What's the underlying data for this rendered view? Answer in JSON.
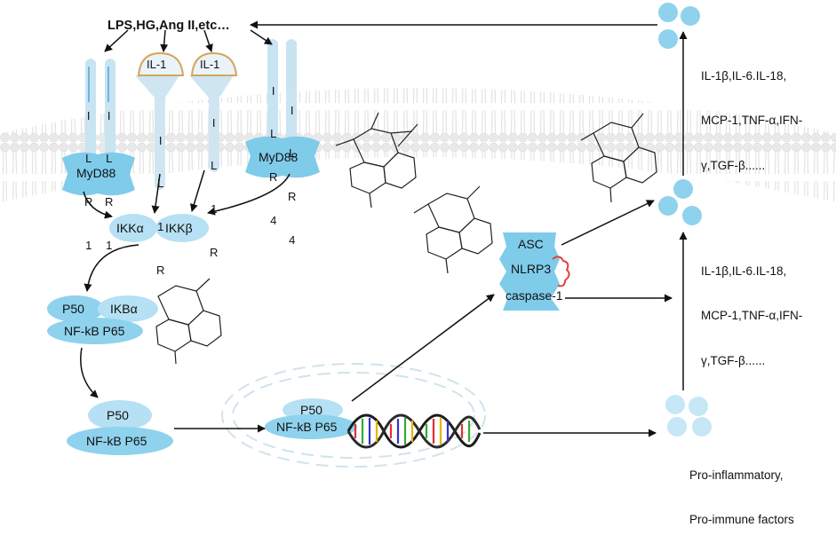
{
  "stimuli": "LPS,HG,Ang II,etc…",
  "receptors": {
    "ilr1_left": [
      "I",
      "L",
      "R",
      "1"
    ],
    "ilr1_right": [
      "I",
      "L",
      "R",
      "1"
    ],
    "il1": "IL-1",
    "il1r_left": [
      "I",
      "L",
      "1",
      "R"
    ],
    "il1r_right": [
      "I",
      "L",
      "1",
      "R"
    ],
    "ilr4_left": [
      "I",
      "L",
      "R",
      "4"
    ],
    "ilr4_right": [
      "I",
      "L",
      "R",
      "4"
    ]
  },
  "adaptors": {
    "myd88": "MyD88"
  },
  "ikk": {
    "alpha": "IKKα",
    "beta": "IKKβ"
  },
  "nfkb_complex": {
    "p50": "P50",
    "ikba": "IKBα",
    "p65": "NF-kB P65"
  },
  "nfkb_free": {
    "p50": "P50",
    "p65": "NF-kB P65"
  },
  "inflammasome": {
    "asc": "ASC",
    "nlrp3": "NLRP3",
    "caspase": "caspase-1"
  },
  "cytokines_top": [
    "IL-1β,IL-6.IL-18,",
    "MCP-1,TNF-α,IFN-",
    "γ,TGF-β......"
  ],
  "cytokines_mid": [
    "IL-1β,IL-6.IL-18,",
    "MCP-1,TNF-α,IFN-",
    "γ,TGF-β......"
  ],
  "factors": [
    "Pro-inflammatory,",
    "Pro-immune factors"
  ],
  "colors": {
    "protein": "#a8dcf2",
    "protein_dark": "#7fcbea",
    "membrane_head": "#ededed",
    "arrow": "#111111",
    "ligand_cap": "#d4a55c",
    "red_outline": "#e2403b"
  }
}
